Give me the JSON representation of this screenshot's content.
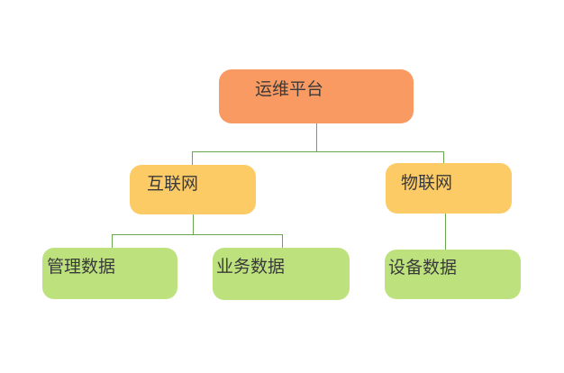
{
  "diagram": {
    "type": "tree",
    "background": "#FFFFFF",
    "connector_color": "#69A74E",
    "text_color": "#3A3A3A",
    "nodes": {
      "root": {
        "label": "运维平台",
        "fill": "#F99A63",
        "level": 1,
        "parent": null
      },
      "internet": {
        "label": "互联网",
        "fill": "#FCCB66",
        "level": 2,
        "parent": "运维平台"
      },
      "iot": {
        "label": "物联网",
        "fill": "#FCCB66",
        "level": 2,
        "parent": "运维平台"
      },
      "mgmt": {
        "label": "管理数据",
        "fill": "#BDE27D",
        "level": 3,
        "parent": "互联网"
      },
      "business": {
        "label": "业务数据",
        "fill": "#BDE27D",
        "level": 3,
        "parent": "互联网"
      },
      "device": {
        "label": "设备数据",
        "fill": "#BDE27D",
        "level": 3,
        "parent": "物联网"
      }
    },
    "edges": [
      {
        "from": "运维平台",
        "to": "互联网"
      },
      {
        "from": "运维平台",
        "to": "物联网"
      },
      {
        "from": "互联网",
        "to": "管理数据"
      },
      {
        "from": "互联网",
        "to": "业务数据"
      },
      {
        "from": "物联网",
        "to": "设备数据"
      }
    ]
  }
}
